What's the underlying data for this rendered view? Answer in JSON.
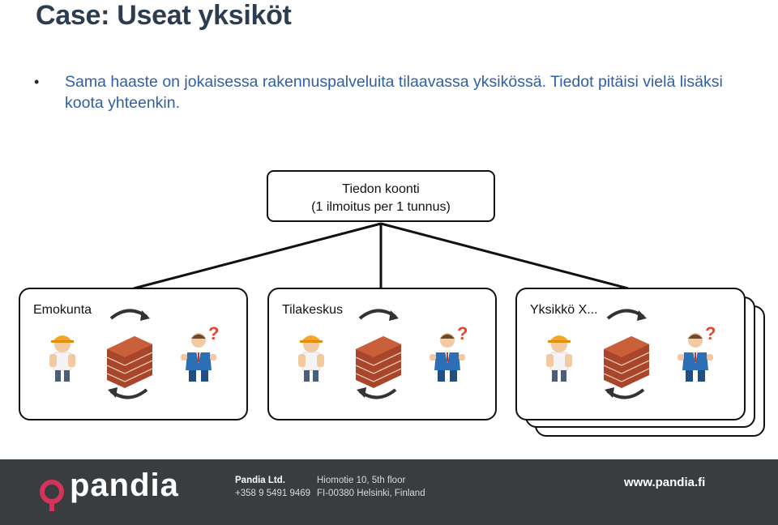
{
  "title": "Case: Useat yksiköt",
  "bullet": "Sama haaste on jokaisessa rakennuspalveluita tilaavassa yksikössä. Tiedot pitäisi vielä lisäksi koota yhteenkin.",
  "center_box": {
    "line1": "Tiedon koonti",
    "line2": "(1 ilmoitus per 1 tunnus)"
  },
  "units": [
    {
      "label": "Emokunta"
    },
    {
      "label": "Tilakeskus"
    },
    {
      "label": "Yksikkö X..."
    }
  ],
  "footer": {
    "logo": "pandia",
    "company": "Pandia Ltd.",
    "phone": "+358 9 5491 9469",
    "address1": "Hiomotie 10, 5th floor",
    "address2": "FI-00380 Helsinki, Finland",
    "url": "www.pandia.fi"
  },
  "colors": {
    "title": "#2b3d4f",
    "bullet_text": "#2e5fa8",
    "footer_bg": "#3a3d40",
    "logo_accent": "#d6335a",
    "brick": "#b8502e"
  },
  "icons": [
    "builder-icon",
    "brick-wall-icon",
    "confused-businessman-icon",
    "cycle-arrow-icon",
    "question-mark-icon"
  ]
}
